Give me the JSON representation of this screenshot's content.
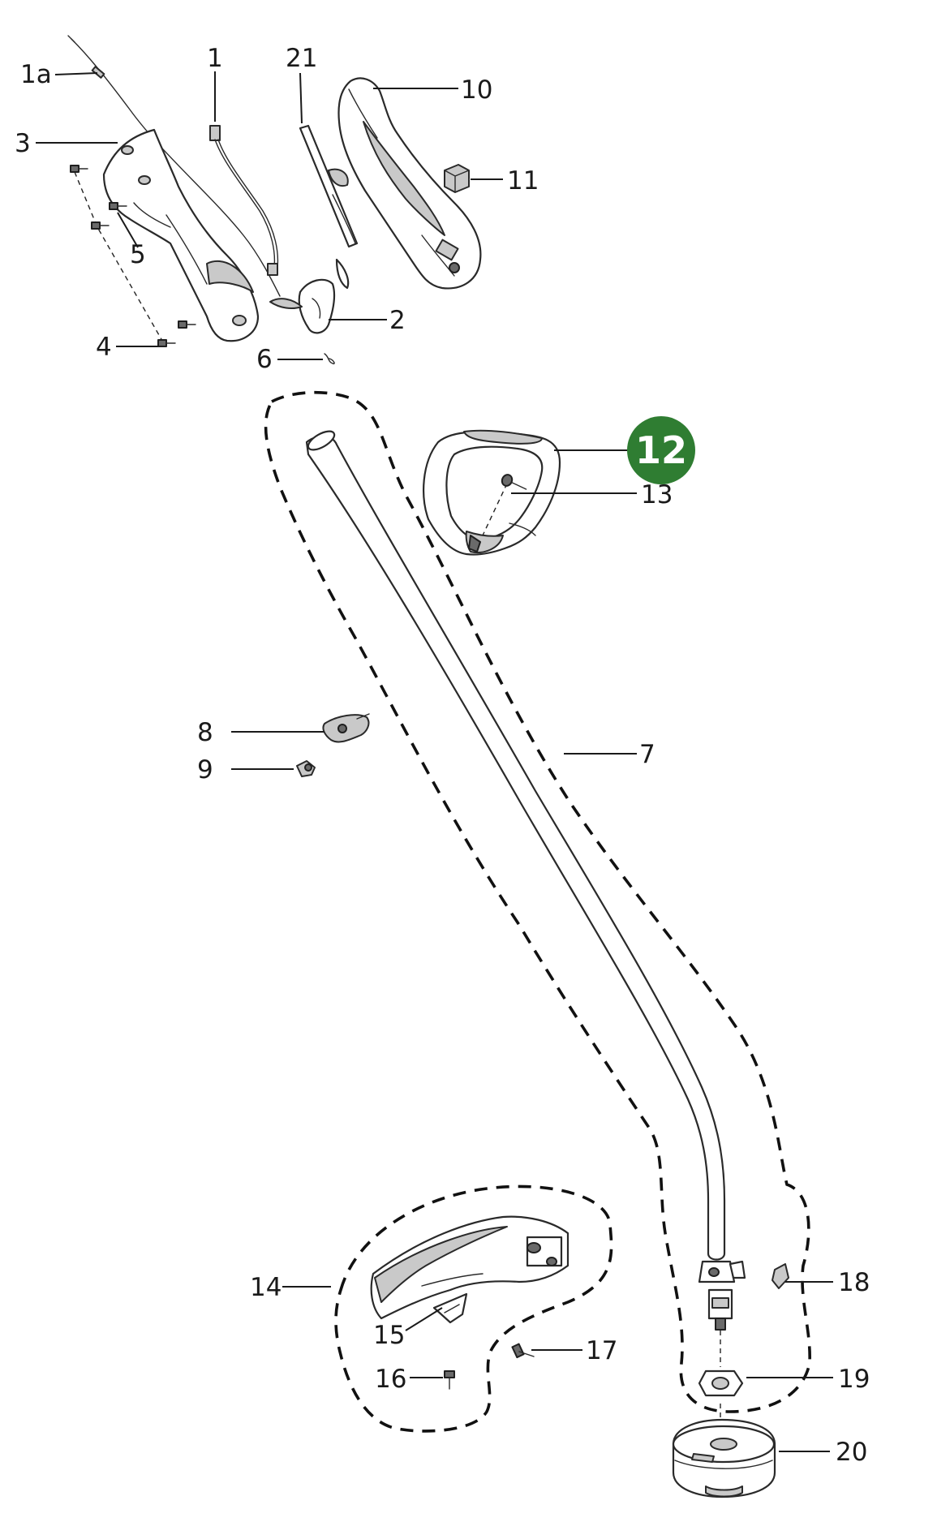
{
  "diagram": {
    "highlight_color": "#2f7d32",
    "highlighted_part": "12",
    "callouts": {
      "p1a": "1a",
      "p1": "1",
      "p21": "21",
      "p10": "10",
      "p3": "3",
      "p11": "11",
      "p5": "5",
      "p2": "2",
      "p4": "4",
      "p6": "6",
      "p13": "13",
      "p8": "8",
      "p7": "7",
      "p9": "9",
      "p14": "14",
      "p18": "18",
      "p15": "15",
      "p17": "17",
      "p16": "16",
      "p19": "19",
      "p20": "20"
    }
  }
}
